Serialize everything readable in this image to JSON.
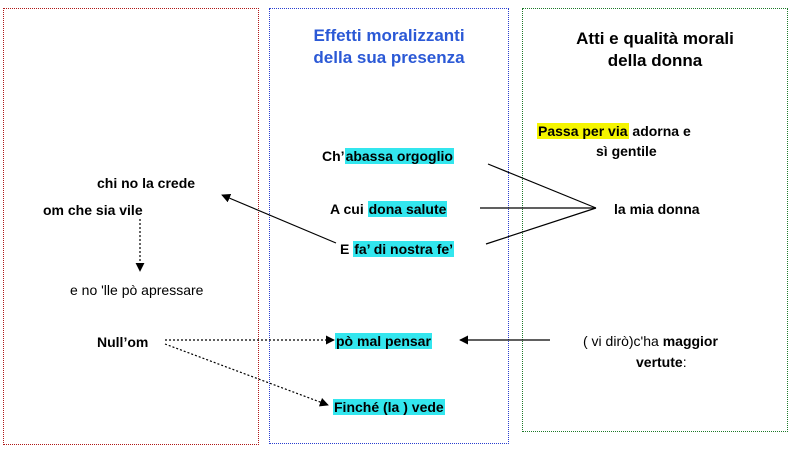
{
  "colors": {
    "left_border": "#b01818",
    "middle_border": "#2a3fd0",
    "right_border": "#1d7a2a",
    "middle_heading": "#2b59d6",
    "highlight_cyan": "#33e6ee",
    "highlight_yellow": "#f5f500"
  },
  "headings": {
    "middle": [
      "Effetti moralizzanti",
      "della sua presenza"
    ],
    "right": [
      "Atti e qualità morali",
      "della donna"
    ]
  },
  "left": {
    "chi_no_la_crede": "chi no la crede",
    "om_che_sia_vile": "om che sia vile",
    "e_no_lle": "e no 'lle pò apressare",
    "null_om": "Null’om"
  },
  "middle": {
    "line1_prefix": "Ch’",
    "line1_hl": "abassa orgoglio",
    "line2_prefix": "A cui ",
    "line2_hl": "dona salute",
    "line3_prefix": "E ",
    "line3_hl": "fa’ di nostra fe’",
    "po_mal_pensar": "pò mal pensar",
    "finche": "Finché (la ) vede"
  },
  "right": {
    "passa_per_via": "Passa per via",
    "adorna_e": " adorna e",
    "si_gentile": "sì gentile",
    "la_mia_donna": "la mia donna",
    "vi_diro": "( vi dirò)c'ha ",
    "maggior": "maggior",
    "vertute": "vertute",
    "vertute_colon": ":"
  }
}
